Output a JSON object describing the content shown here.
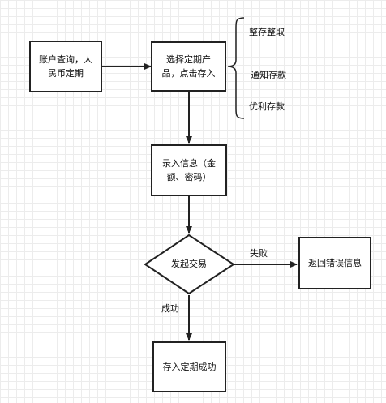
{
  "nodes": {
    "account_query": "账户查询，人民币定期",
    "select_product": "选择定期产品，点击存入",
    "enter_info": "录入信息（金额、密码）",
    "initiate_trade": "发起交易",
    "return_error": "返回错误信息",
    "deposit_success": "存入定期成功"
  },
  "products": {
    "item_1": "整存整取",
    "item_2": "通知存款",
    "item_3": "优利存款"
  },
  "edge_labels": {
    "fail": "失败",
    "success": "成功"
  },
  "colors": {
    "stroke": "#222222",
    "grid": "#ececec"
  }
}
